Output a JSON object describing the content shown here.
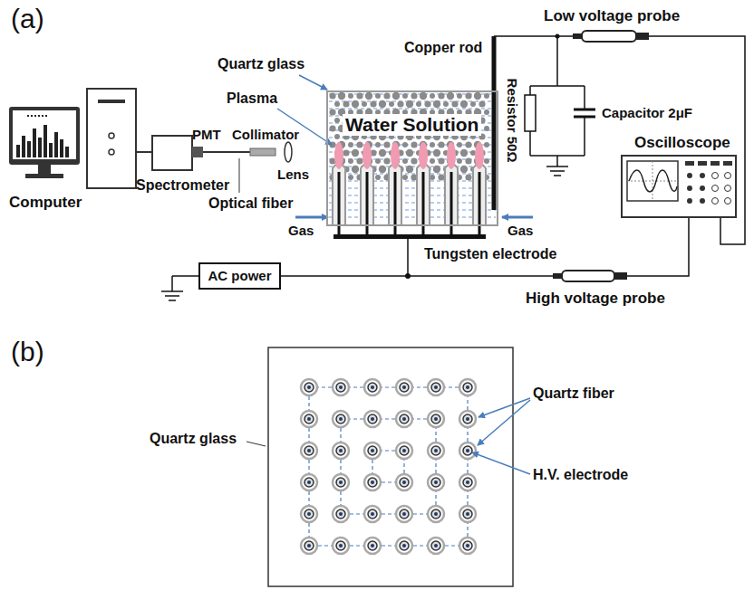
{
  "diagram": {
    "nodes": [
      {
        "text": [
          "Water Solution"
        ]
      },
      {
        "text": [
          "AC power"
        ]
      }
    ],
    "labels": [
      "(a)",
      "Copper rod",
      "Low voltage probe",
      "Quartz glass",
      "Plasma",
      "Resistor 50Ω",
      "Capacitor 2μF",
      "Oscilloscope",
      "Computer",
      "Spectrometer",
      "PMT",
      "Collimator",
      "Lens",
      "Optical fiber",
      "Gas",
      "Gas",
      "Tungsten electrode",
      "High voltage probe",
      "(b)",
      "Quartz glass",
      "Quartz fiber",
      "H.V. electrode"
    ]
  }
}
